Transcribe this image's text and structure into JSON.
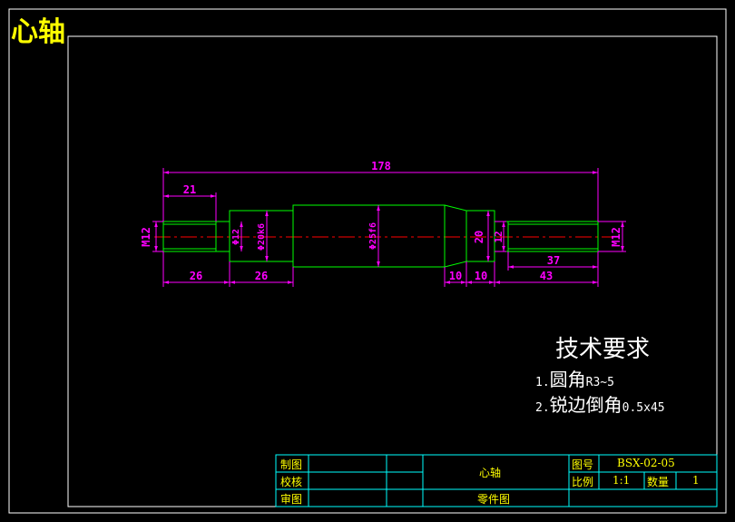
{
  "drawing_title": "心轴",
  "dimensions": {
    "overall_length": "178",
    "thread_len_left": "21",
    "seg_26_a": "26",
    "seg_26_b": "26",
    "seg_10_a": "10",
    "seg_10_b": "10",
    "seg_43": "43",
    "seg_37": "37",
    "thread_left": "M12",
    "thread_right": "M12",
    "dia_phi12": "Φ12",
    "dia_phi20": "Φ20k6",
    "dia_phi25": "Φ25f6",
    "dia_20": "20",
    "dia_12": "12"
  },
  "tech_requirements": {
    "heading": "技术要求",
    "line1_num": "1.",
    "line1_text": "圆角",
    "line1_spec": "R3~5",
    "line2_num": "2.",
    "line2_text": "锐边倒角",
    "line2_spec": "0.5x45"
  },
  "title_block": {
    "draw_label": "制图",
    "check_label": "校核",
    "review_label": "审图",
    "part_name": "心轴",
    "drawing_type": "零件图",
    "drawing_no_label": "图号",
    "drawing_no": "BSX-02-05",
    "scale_label": "比例",
    "scale": "1:1",
    "qty_label": "数量",
    "qty": "1"
  },
  "colors": {
    "outline": "#00ff00",
    "dimension": "#ff00ff",
    "centerline": "#ff0000",
    "border": "#ffffff",
    "table": "#00ffff",
    "title": "#ffff00"
  }
}
